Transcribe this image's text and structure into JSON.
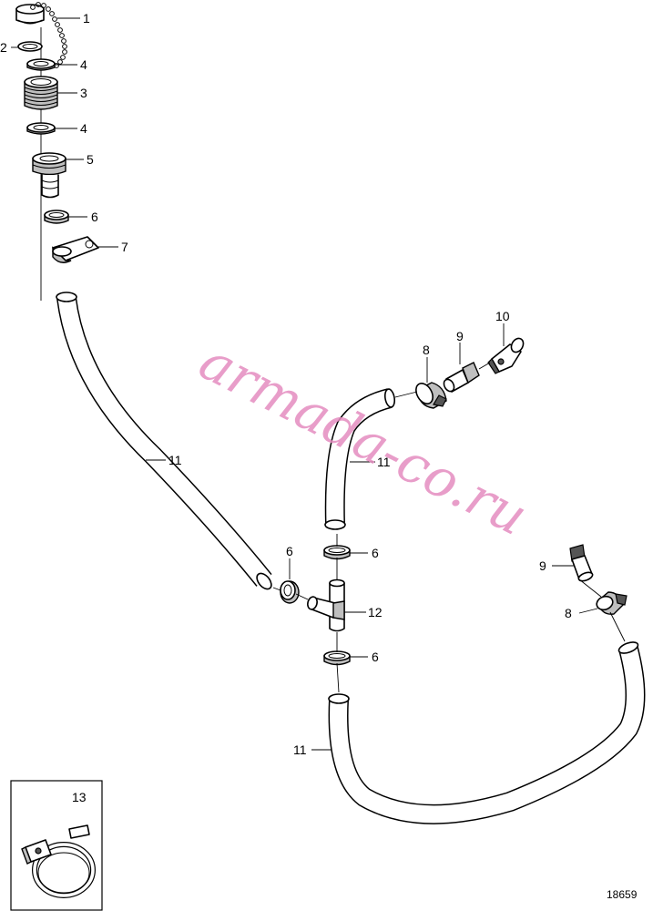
{
  "diagram": {
    "callouts": {
      "c1": "1",
      "c2": "2",
      "c4a": "4",
      "c3": "3",
      "c4b": "4",
      "c5": "5",
      "c6a": "6",
      "c7": "7",
      "c8a": "8",
      "c9a": "9",
      "c10": "10",
      "c11a": "11",
      "c11b": "11",
      "c6b": "6",
      "c6c": "6",
      "c12": "12",
      "c6d": "6",
      "c9b": "9",
      "c8b": "8",
      "c11c": "11",
      "c13": "13"
    },
    "watermark": "armada-co.ru",
    "reference_number": "18659"
  }
}
